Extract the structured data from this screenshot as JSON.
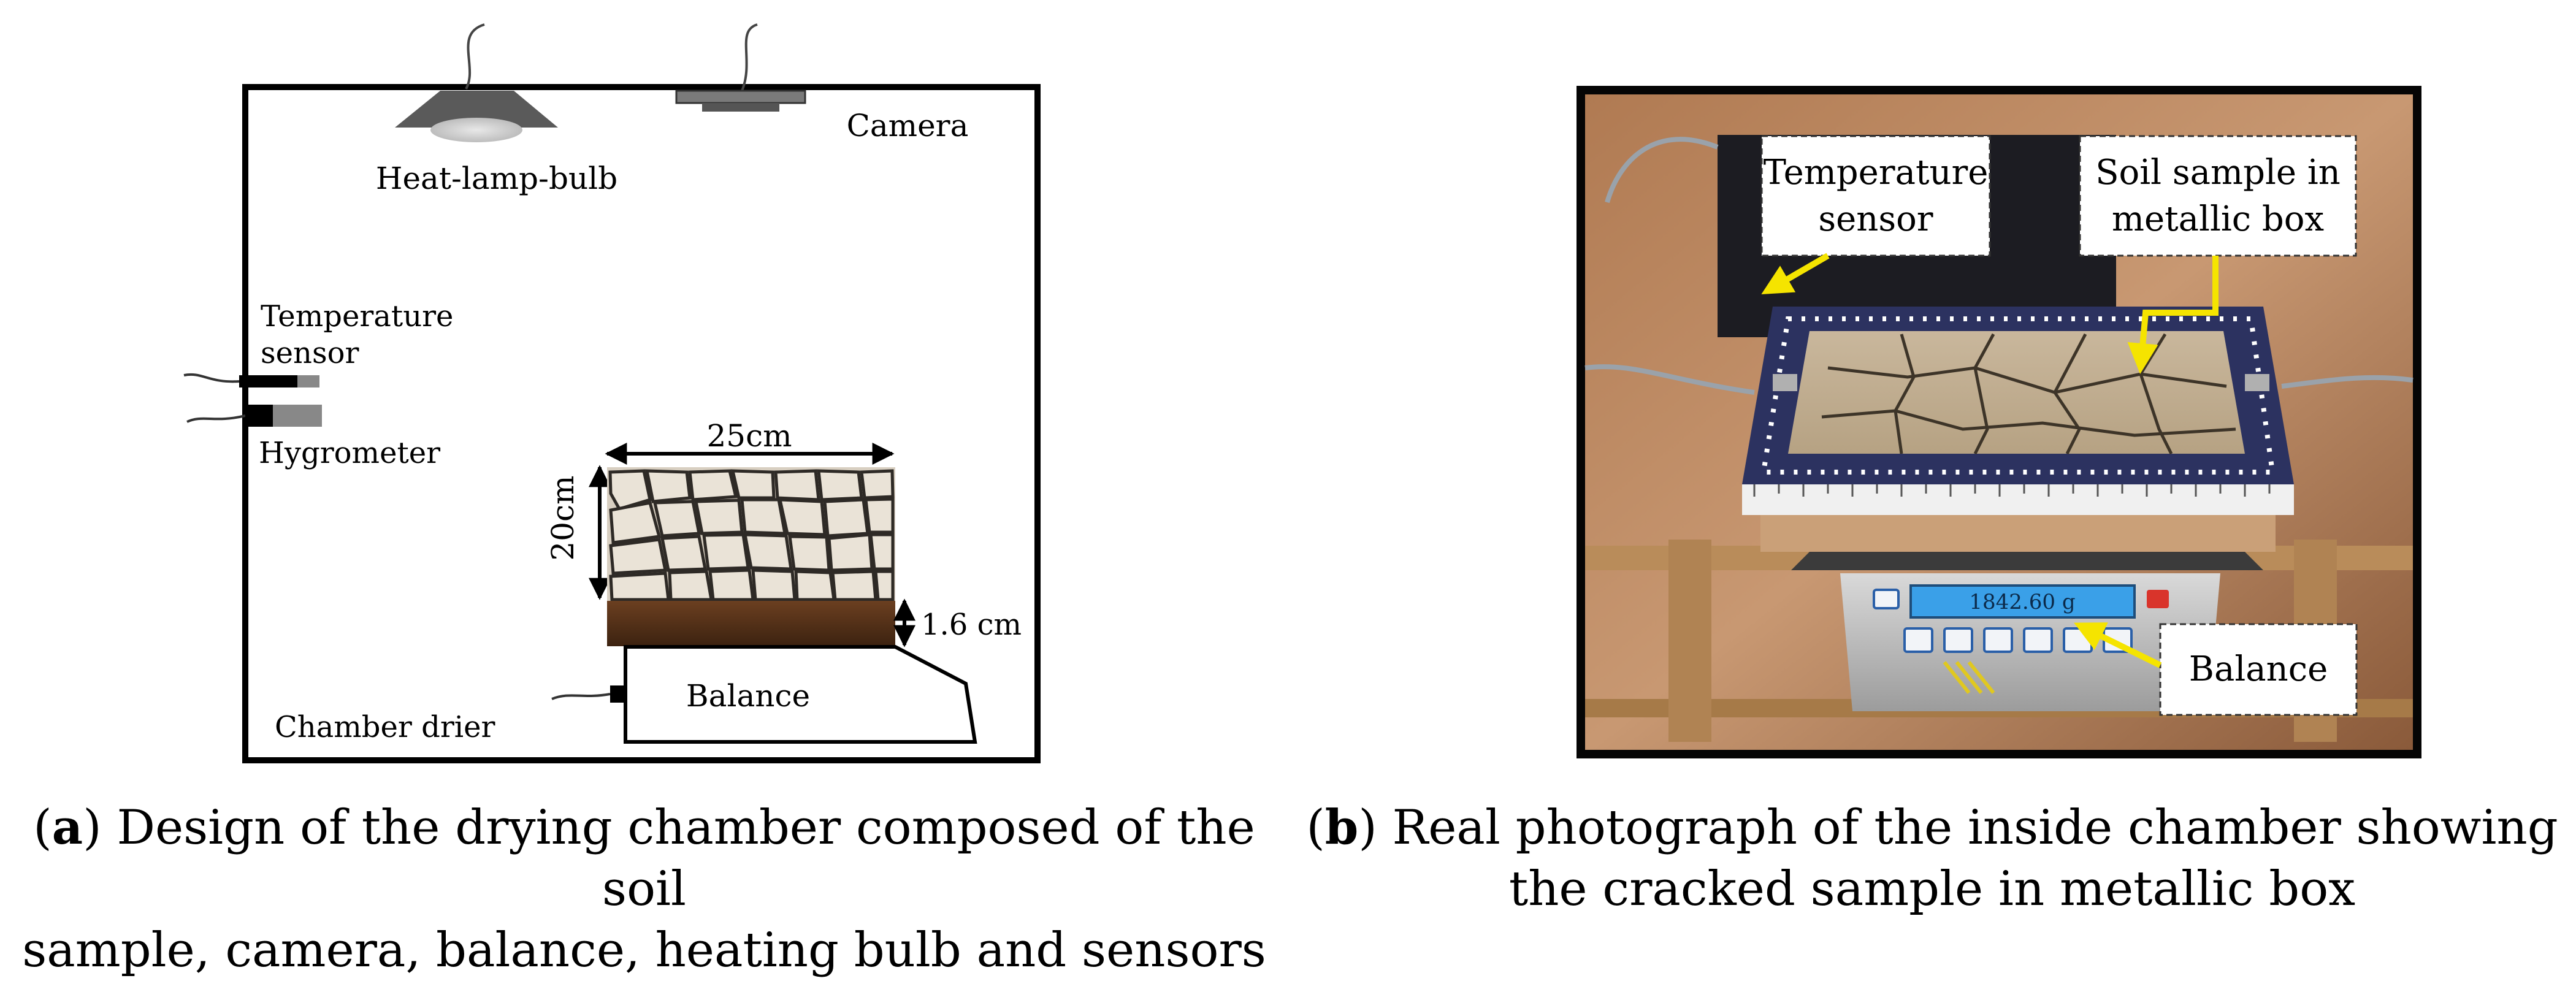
{
  "panel_a": {
    "labels": {
      "camera": "Camera",
      "heat_lamp": "Heat-lamp-bulb",
      "temperature_line1": "Temperature",
      "temperature_line2": "sensor",
      "hygrometer": "Hygrometer",
      "width_dim": "25cm",
      "height_dim": "20cm",
      "thickness_dim": "1.6 cm",
      "balance": "Balance",
      "chamber_drier": "Chamber drier"
    },
    "caption": {
      "letter": "a",
      "line1": "Design of the drying chamber composed of the soil",
      "line2": "sample, camera, balance, heating bulb and sensors"
    }
  },
  "panel_b": {
    "callouts": {
      "temperature_line1": "Temperature",
      "temperature_line2": "sensor",
      "soil_line1": "Soil sample in",
      "soil_line2": "metallic box",
      "balance": "Balance"
    },
    "scale_reading": "1842.60 g",
    "caption": {
      "letter": "b",
      "line1": "Real photograph of the inside chamber showing",
      "line2": "the cracked sample in metallic box"
    }
  },
  "colors": {
    "callout_arrow": "#f5e400",
    "soil_dark": "#4a2a14",
    "box_frame": "#2c3260",
    "scale_display": "#3aa0e8"
  }
}
